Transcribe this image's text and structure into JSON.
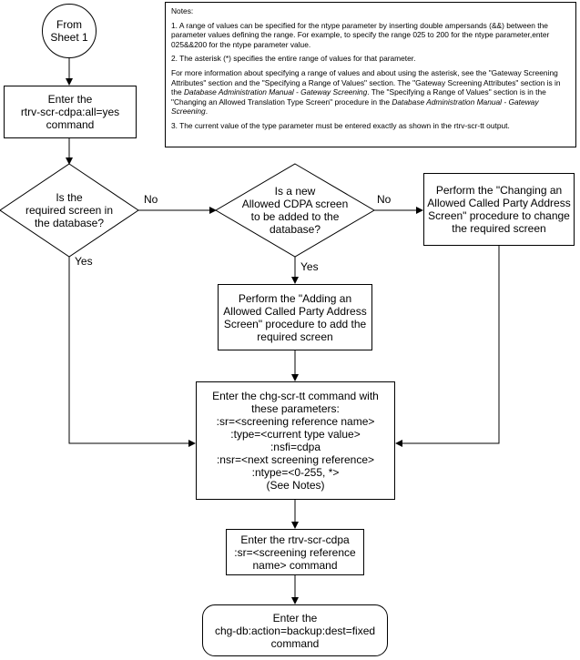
{
  "start": {
    "lines": [
      "From",
      "Sheet 1"
    ]
  },
  "step_retrieve": {
    "lines": [
      "Enter the",
      "rtrv-scr-cdpa:all=yes",
      "command"
    ]
  },
  "decision_screen_exists": {
    "lines": [
      "Is the",
      "required screen in",
      "the database?"
    ],
    "no_label": "No",
    "yes_label": "Yes"
  },
  "decision_new_screen": {
    "lines": [
      "Is a new",
      "Allowed CDPA screen",
      "to be added to the",
      "database?"
    ],
    "no_label": "No",
    "yes_label": "Yes"
  },
  "step_change_screen": {
    "lines": [
      "Perform the \"Changing an",
      "Allowed Called Party Address",
      "Screen\" procedure to change",
      "the required screen"
    ]
  },
  "step_add_screen": {
    "lines": [
      "Perform the \"Adding an",
      "Allowed Called Party Address",
      "Screen\" procedure to add the",
      "required screen"
    ]
  },
  "step_chg_scr_tt": {
    "lines": [
      "Enter the chg-scr-tt command with",
      "these parameters:",
      ":sr=<screening reference name>",
      ":type=<current type value>",
      ":nsfi=cdpa",
      ":nsr=<next screening reference>",
      ":ntype=<0-255, *>",
      "(See Notes)"
    ]
  },
  "step_rtrv_cdpa": {
    "lines": [
      "Enter the rtrv-scr-cdpa",
      ":sr=<screening reference",
      "name>  command"
    ]
  },
  "end": {
    "lines": [
      "Enter the",
      "chg-db:action=backup:dest=fixed",
      "command"
    ]
  },
  "notes": {
    "title": "Notes:",
    "note1": "1. A range of values can be specified for the ntype parameter by inserting double ampersands (&&) between the parameter values defining the range.  For example, to specify the range 025 to 200 for the ntype parameter,enter 025&&200 for the ntype parameter value.",
    "note2": "2.  The asterisk (*) specifies the entire range of values for that parameter.",
    "para_a": "For more information about specifying a range of values and about using the asterisk, see the \"Gateway Screening Attributes\" section and the \"Specifying a Range of Values\" section. The \"Gateway Screening Attributes\" section is in the ",
    "para_ref1": "Database Administration Manual - Gateway Screening",
    "para_b": ". The \"Specifying a Range of Values\" section is in the \"Changing an Allowed Translation Type Screen\" procedure in the ",
    "para_ref2": "Database Administration Manual - Gateway Screening",
    "para_c": ".",
    "note3": "3.  The current value of the type parameter must be entered exactly as shown in the rtrv-scr-tt output."
  }
}
